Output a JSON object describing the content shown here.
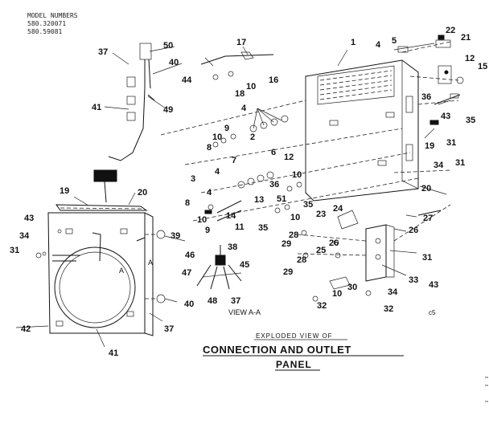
{
  "header": {
    "model_heading": "MODEL NUMBERS",
    "models": [
      "580.320071",
      "580.59081"
    ]
  },
  "caption": {
    "line1": "EXPLODED VIEW OF",
    "line2": "CONNECTION AND OUTLET",
    "line3": "PANEL"
  },
  "view_label": "VIEW A-A",
  "section_marks": [
    "A",
    "A"
  ],
  "corner_code": "c5",
  "callouts": [
    {
      "id": "c-37a",
      "text": "37"
    },
    {
      "id": "c-50",
      "text": "50"
    },
    {
      "id": "c-40a",
      "text": "40"
    },
    {
      "id": "c-44",
      "text": "44"
    },
    {
      "id": "c-41a",
      "text": "41"
    },
    {
      "id": "c-49",
      "text": "49"
    },
    {
      "id": "c-17",
      "text": "17"
    },
    {
      "id": "c-18",
      "text": "18"
    },
    {
      "id": "c-10a",
      "text": "10"
    },
    {
      "id": "c-16",
      "text": "16"
    },
    {
      "id": "c-1",
      "text": "1"
    },
    {
      "id": "c-4a",
      "text": "4"
    },
    {
      "id": "c-5",
      "text": "5"
    },
    {
      "id": "c-22",
      "text": "22"
    },
    {
      "id": "c-21",
      "text": "21"
    },
    {
      "id": "c-12a",
      "text": "12"
    },
    {
      "id": "c-15",
      "text": "15"
    },
    {
      "id": "c-4b",
      "text": "4"
    },
    {
      "id": "c-9a",
      "text": "9"
    },
    {
      "id": "c-2",
      "text": "2"
    },
    {
      "id": "c-10b",
      "text": "10"
    },
    {
      "id": "c-8a",
      "text": "8"
    },
    {
      "id": "c-36a",
      "text": "36"
    },
    {
      "id": "c-35a",
      "text": "35"
    },
    {
      "id": "c-43a",
      "text": "43"
    },
    {
      "id": "c-31a",
      "text": "31"
    },
    {
      "id": "c-19a",
      "text": "19"
    },
    {
      "id": "c-7",
      "text": "7"
    },
    {
      "id": "c-6",
      "text": "6"
    },
    {
      "id": "c-12b",
      "text": "12"
    },
    {
      "id": "c-3",
      "text": "3"
    },
    {
      "id": "c-4c",
      "text": "4"
    },
    {
      "id": "c-10c",
      "text": "10"
    },
    {
      "id": "c-36b",
      "text": "36"
    },
    {
      "id": "c-34a",
      "text": "34"
    },
    {
      "id": "c-31b",
      "text": "31"
    },
    {
      "id": "c-20a",
      "text": "20"
    },
    {
      "id": "c-4d",
      "text": "4"
    },
    {
      "id": "c-13",
      "text": "13"
    },
    {
      "id": "c-51",
      "text": "51"
    },
    {
      "id": "c-35b",
      "text": "35"
    },
    {
      "id": "c-8b",
      "text": "8"
    },
    {
      "id": "c-10d",
      "text": "10"
    },
    {
      "id": "c-14",
      "text": "14"
    },
    {
      "id": "c-11",
      "text": "11"
    },
    {
      "id": "c-9b",
      "text": "9"
    },
    {
      "id": "c-35c",
      "text": "35"
    },
    {
      "id": "c-10e",
      "text": "10"
    },
    {
      "id": "c-19b",
      "text": "19"
    },
    {
      "id": "c-20b",
      "text": "20"
    },
    {
      "id": "c-43b",
      "text": "43"
    },
    {
      "id": "c-34b",
      "text": "34"
    },
    {
      "id": "c-31c",
      "text": "31"
    },
    {
      "id": "c-39",
      "text": "39"
    },
    {
      "id": "c-38",
      "text": "38"
    },
    {
      "id": "c-46",
      "text": "46"
    },
    {
      "id": "c-45",
      "text": "45"
    },
    {
      "id": "c-47",
      "text": "47"
    },
    {
      "id": "c-48",
      "text": "48"
    },
    {
      "id": "c-37b",
      "text": "37"
    },
    {
      "id": "c-40b",
      "text": "40"
    },
    {
      "id": "c-42",
      "text": "42"
    },
    {
      "id": "c-37c",
      "text": "37"
    },
    {
      "id": "c-41b",
      "text": "41"
    },
    {
      "id": "c-23",
      "text": "23"
    },
    {
      "id": "c-24",
      "text": "24"
    },
    {
      "id": "c-27",
      "text": "27"
    },
    {
      "id": "c-28a",
      "text": "28"
    },
    {
      "id": "c-26a",
      "text": "26"
    },
    {
      "id": "c-29a",
      "text": "29"
    },
    {
      "id": "c-26b",
      "text": "26"
    },
    {
      "id": "c-25",
      "text": "25"
    },
    {
      "id": "c-31d",
      "text": "31"
    },
    {
      "id": "c-28b",
      "text": "28"
    },
    {
      "id": "c-29b",
      "text": "29"
    },
    {
      "id": "c-33",
      "text": "33"
    },
    {
      "id": "c-43c",
      "text": "43"
    },
    {
      "id": "c-30",
      "text": "30"
    },
    {
      "id": "c-34c",
      "text": "34"
    },
    {
      "id": "c-10f",
      "text": "10"
    },
    {
      "id": "c-32a",
      "text": "32"
    },
    {
      "id": "c-32b",
      "text": "32"
    }
  ]
}
